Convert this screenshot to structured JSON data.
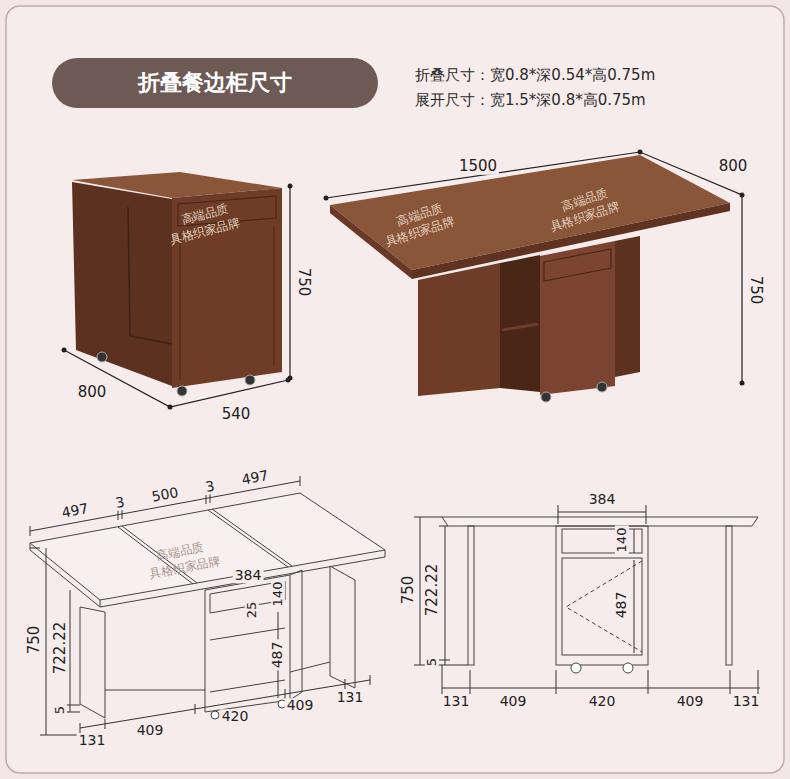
{
  "diagram": {
    "nodes": [
      {
        "text": [
          "折叠餐边柜尺寸"
        ]
      }
    ],
    "labels": [
      "折叠尺寸：宽0.8*深0.54*高0.75m",
      "展开尺寸：宽1.5*深0.8*高0.75m",
      "750",
      "800",
      "540",
      "高端品质",
      "具格织家品牌",
      "1500",
      "800",
      "750",
      "高端品质",
      "具格织家品牌",
      "高端品质",
      "具格织家品牌",
      "497",
      "3",
      "500",
      "3",
      "497",
      "384",
      "140",
      "25",
      "750",
      "722.22",
      "487",
      "5",
      "131",
      "409",
      "420",
      "409",
      "131",
      "高端品质",
      "具格织家品牌",
      "384",
      "140",
      "750",
      "722.22",
      "487",
      "5",
      "131",
      "409",
      "420",
      "409",
      "131"
    ]
  }
}
